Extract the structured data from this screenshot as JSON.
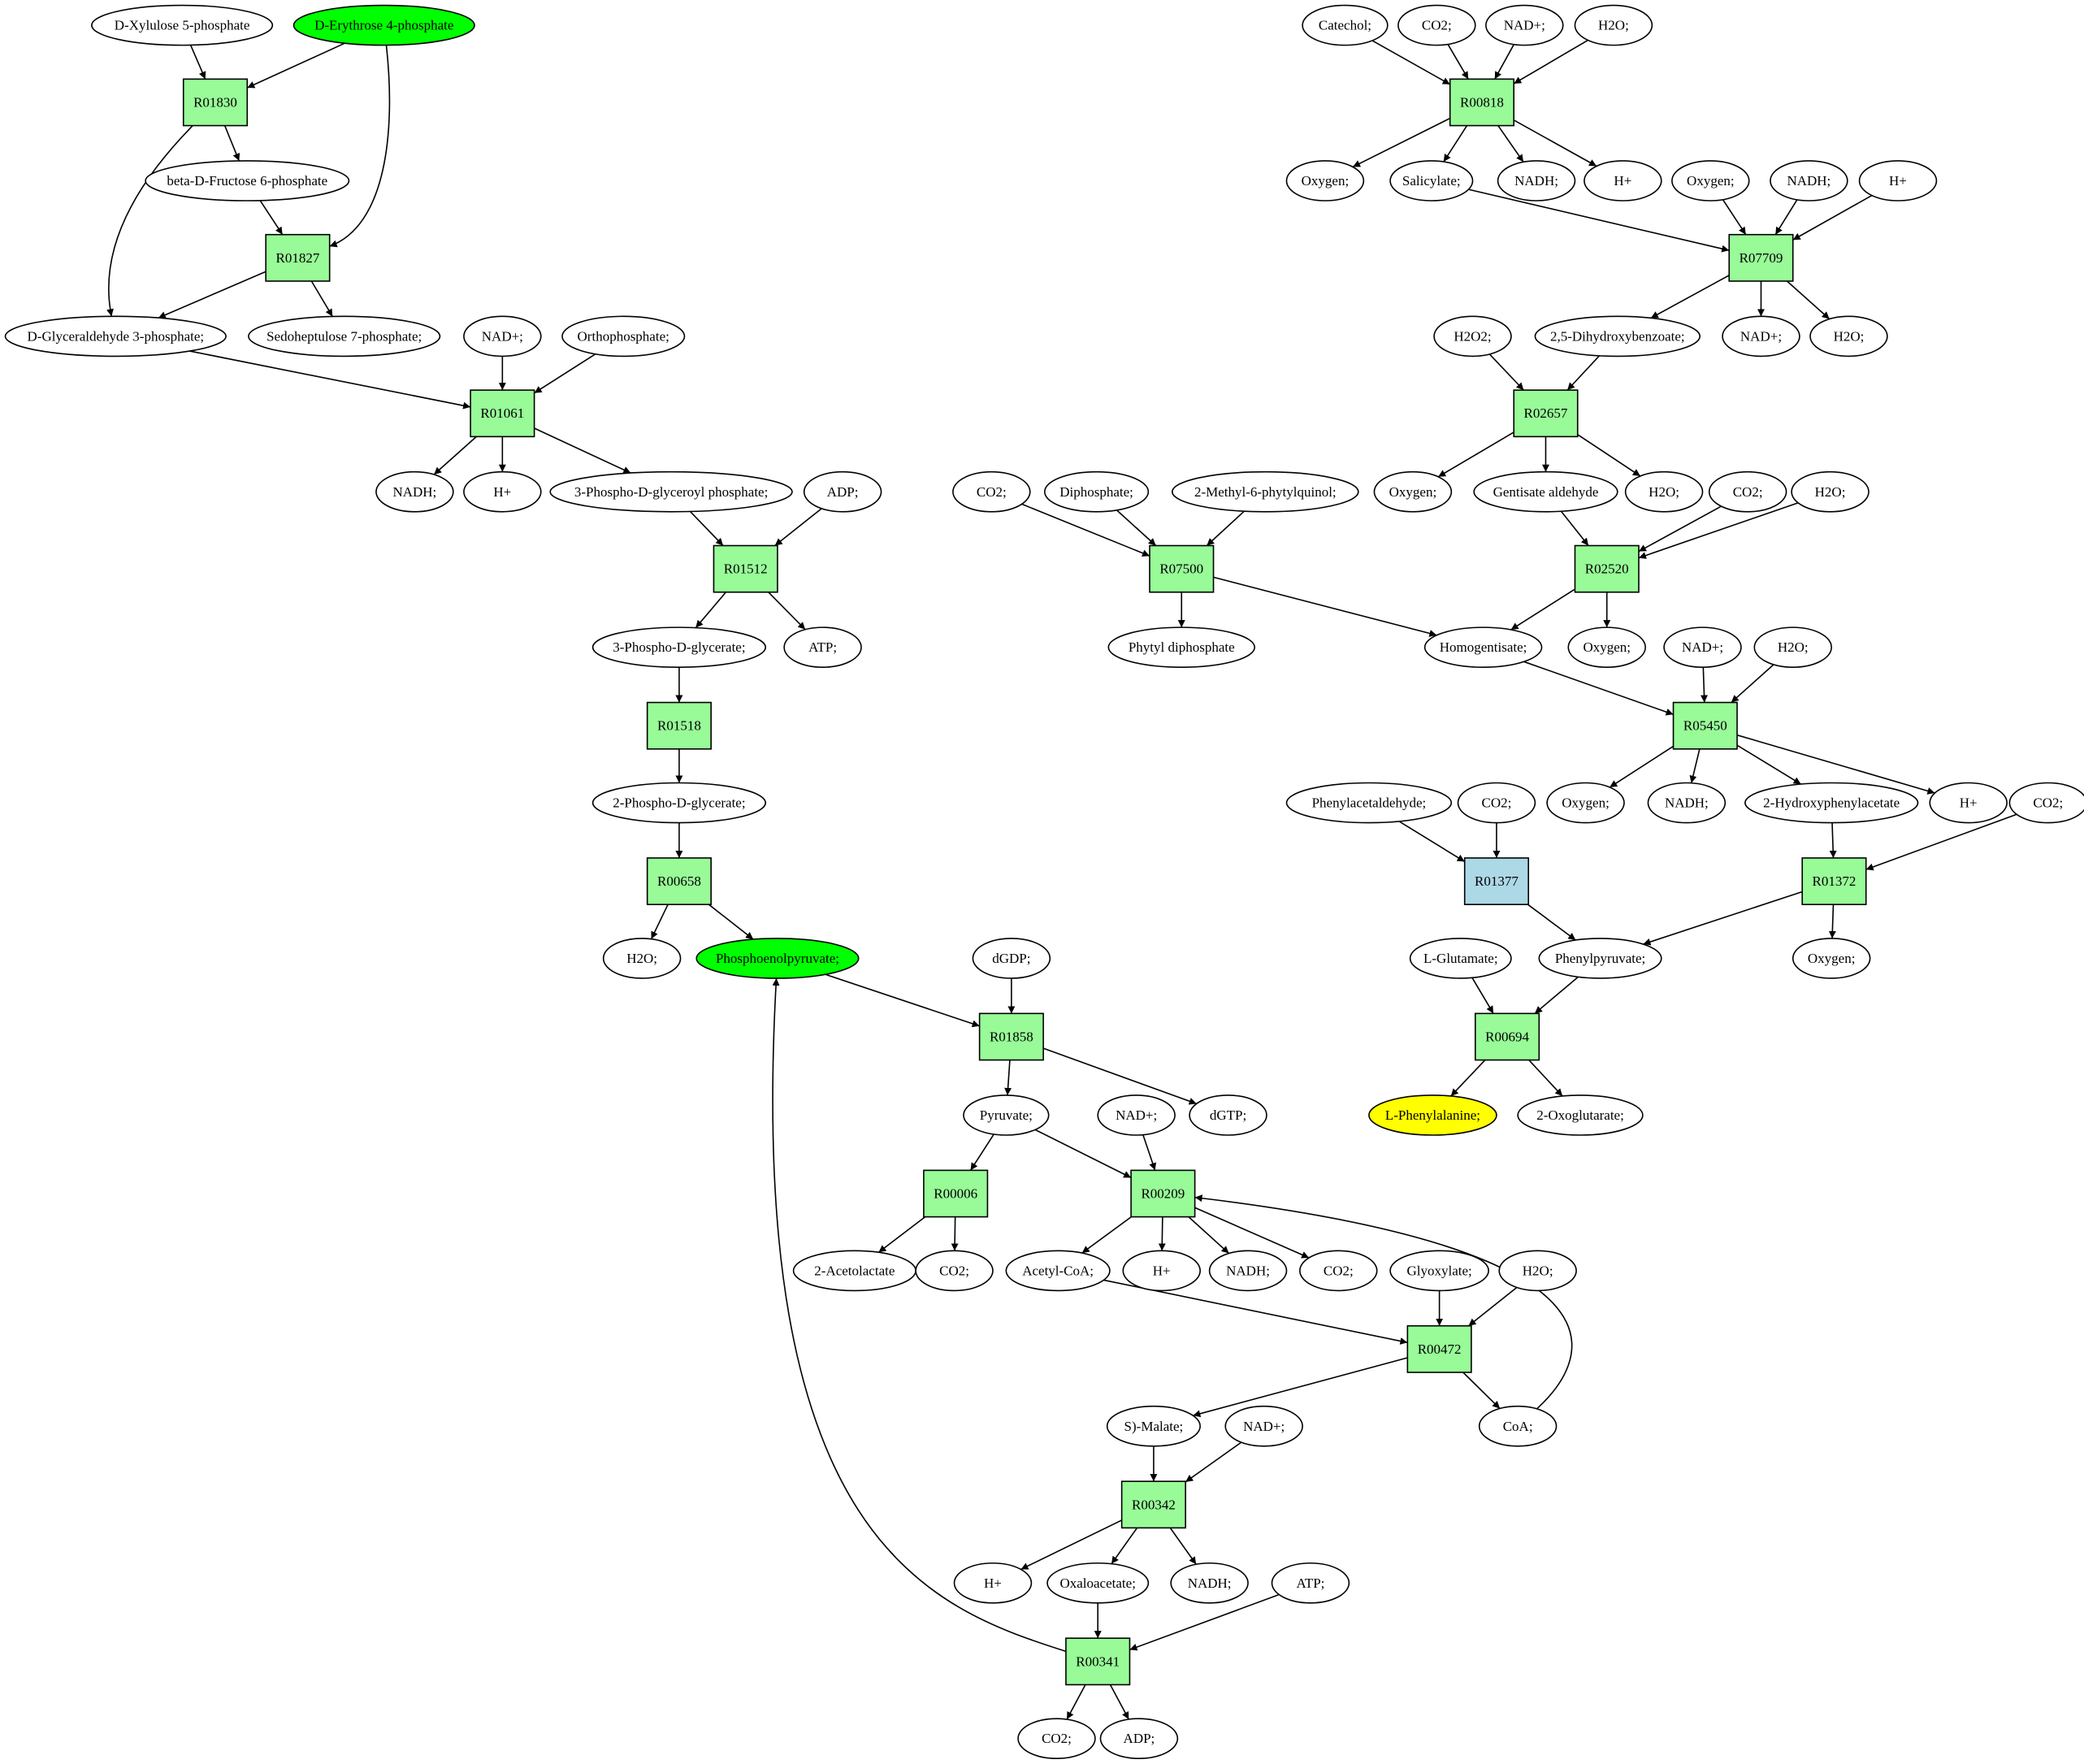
{
  "colors": {
    "reaction": "#98fb98",
    "reaction_alt": "#add8e6",
    "start": "#00ff00",
    "target": "#ffff00",
    "compound": "#ffffff",
    "line": "#000000"
  },
  "reactions": [
    {
      "id": "r01830",
      "label": "R01830"
    },
    {
      "id": "r01827",
      "label": "R01827"
    },
    {
      "id": "r01061",
      "label": "R01061"
    },
    {
      "id": "r01512",
      "label": "R01512"
    },
    {
      "id": "r01518",
      "label": "R01518"
    },
    {
      "id": "r00658",
      "label": "R00658"
    },
    {
      "id": "r01858",
      "label": "R01858"
    },
    {
      "id": "r00006",
      "label": "R00006"
    },
    {
      "id": "r00209",
      "label": "R00209"
    },
    {
      "id": "r00472",
      "label": "R00472"
    },
    {
      "id": "r00342",
      "label": "R00342"
    },
    {
      "id": "r00341",
      "label": "R00341"
    },
    {
      "id": "r00818",
      "label": "R00818"
    },
    {
      "id": "r07709",
      "label": "R07709"
    },
    {
      "id": "r02657",
      "label": "R02657"
    },
    {
      "id": "r07500",
      "label": "R07500"
    },
    {
      "id": "r02520",
      "label": "R02520"
    },
    {
      "id": "r05450",
      "label": "R05450"
    },
    {
      "id": "r01377",
      "label": "R01377",
      "alt": true
    },
    {
      "id": "r01372",
      "label": "R01372"
    },
    {
      "id": "r00694",
      "label": "R00694"
    }
  ],
  "compounds": [
    {
      "id": "xylulose5p",
      "label": "D-Xylulose 5-phosphate"
    },
    {
      "id": "erythrose4p",
      "label": "D-Erythrose 4-phosphate",
      "highlight": "start"
    },
    {
      "id": "fructose6p",
      "label": "beta-D-Fructose 6-phosphate"
    },
    {
      "id": "g3p",
      "label": "D-Glyceraldehyde 3-phosphate;"
    },
    {
      "id": "sedo7p",
      "label": "Sedoheptulose 7-phosphate;"
    },
    {
      "id": "nad_1",
      "label": "NAD+;"
    },
    {
      "id": "orthophosphate",
      "label": "Orthophosphate;"
    },
    {
      "id": "nadh_1",
      "label": "NADH;"
    },
    {
      "id": "h_1",
      "label": "H+"
    },
    {
      "id": "pdg_p",
      "label": "3-Phospho-D-glyceroyl phosphate;"
    },
    {
      "id": "adp_1",
      "label": "ADP;"
    },
    {
      "id": "p3g",
      "label": "3-Phospho-D-glycerate;"
    },
    {
      "id": "atp_1",
      "label": "ATP;"
    },
    {
      "id": "p2g",
      "label": "2-Phospho-D-glycerate;"
    },
    {
      "id": "h2o_1",
      "label": "H2O;"
    },
    {
      "id": "pep",
      "label": "Phosphoenolpyruvate;",
      "highlight": "start"
    },
    {
      "id": "dgdp",
      "label": "dGDP;"
    },
    {
      "id": "dgtp",
      "label": "dGTP;"
    },
    {
      "id": "pyruvate",
      "label": "Pyruvate;"
    },
    {
      "id": "nad_2",
      "label": "NAD+;"
    },
    {
      "id": "acetolactate",
      "label": "2-Acetolactate"
    },
    {
      "id": "co2_1",
      "label": "CO2;"
    },
    {
      "id": "acetylcoa",
      "label": "Acetyl-CoA;"
    },
    {
      "id": "h_2",
      "label": "H+"
    },
    {
      "id": "nadh_2",
      "label": "NADH;"
    },
    {
      "id": "co2_2",
      "label": "CO2;"
    },
    {
      "id": "glyoxylate",
      "label": "Glyoxylate;"
    },
    {
      "id": "h2o_2",
      "label": "H2O;"
    },
    {
      "id": "malate",
      "label": "S)-Malate;"
    },
    {
      "id": "coa",
      "label": "CoA;"
    },
    {
      "id": "nad_3",
      "label": "NAD+;"
    },
    {
      "id": "h_3",
      "label": "H+"
    },
    {
      "id": "oxaloacetate",
      "label": "Oxaloacetate;"
    },
    {
      "id": "nadh_3",
      "label": "NADH;"
    },
    {
      "id": "atp_2",
      "label": "ATP;"
    },
    {
      "id": "co2_3",
      "label": "CO2;"
    },
    {
      "id": "adp_2",
      "label": "ADP;"
    },
    {
      "id": "catechol",
      "label": "Catechol;"
    },
    {
      "id": "co2_4",
      "label": "CO2;"
    },
    {
      "id": "nad_4",
      "label": "NAD+;"
    },
    {
      "id": "h2o_3",
      "label": "H2O;"
    },
    {
      "id": "oxygen_1",
      "label": "Oxygen;"
    },
    {
      "id": "salicylate",
      "label": "Salicylate;"
    },
    {
      "id": "nadh_4",
      "label": "NADH;"
    },
    {
      "id": "h_4",
      "label": "H+"
    },
    {
      "id": "oxygen_2",
      "label": "Oxygen;"
    },
    {
      "id": "nadh_5",
      "label": "NADH;"
    },
    {
      "id": "h_5",
      "label": "H+"
    },
    {
      "id": "h2o2",
      "label": "H2O2;"
    },
    {
      "id": "dhb",
      "label": "2,5-Dihydroxybenzoate;"
    },
    {
      "id": "nad_5",
      "label": "NAD+;"
    },
    {
      "id": "h2o_4",
      "label": "H2O;"
    },
    {
      "id": "oxygen_3",
      "label": "Oxygen;"
    },
    {
      "id": "gentisate_ald",
      "label": "Gentisate aldehyde"
    },
    {
      "id": "h2o_5",
      "label": "H2O;"
    },
    {
      "id": "co2_5",
      "label": "CO2;"
    },
    {
      "id": "diphosphate",
      "label": "Diphosphate;"
    },
    {
      "id": "mpq",
      "label": "2-Methyl-6-phytylquinol;"
    },
    {
      "id": "co2_6",
      "label": "CO2;"
    },
    {
      "id": "h2o_6",
      "label": "H2O;"
    },
    {
      "id": "phytyl_dp",
      "label": "Phytyl diphosphate"
    },
    {
      "id": "homogentisate",
      "label": "Homogentisate;"
    },
    {
      "id": "oxygen_4",
      "label": "Oxygen;"
    },
    {
      "id": "nad_6",
      "label": "NAD+;"
    },
    {
      "id": "h2o_7",
      "label": "H2O;"
    },
    {
      "id": "oxygen_5",
      "label": "Oxygen;"
    },
    {
      "id": "nadh_6",
      "label": "NADH;"
    },
    {
      "id": "hpa",
      "label": "2-Hydroxyphenylacetate"
    },
    {
      "id": "h_6",
      "label": "H+"
    },
    {
      "id": "phenylacetaldehyde",
      "label": "Phenylacetaldehyde;"
    },
    {
      "id": "co2_7",
      "label": "CO2;"
    },
    {
      "id": "co2_8",
      "label": "CO2;"
    },
    {
      "id": "glutamate",
      "label": "L-Glutamate;"
    },
    {
      "id": "phenylpyruvate",
      "label": "Phenylpyruvate;"
    },
    {
      "id": "oxygen_6",
      "label": "Oxygen;"
    },
    {
      "id": "phenylalanine",
      "label": "L-Phenylalanine;",
      "highlight": "target"
    },
    {
      "id": "oxoglutarate",
      "label": "2-Oxoglutarate;"
    }
  ],
  "edges": [
    [
      "xylulose5p",
      "r01830"
    ],
    [
      "erythrose4p",
      "r01830"
    ],
    [
      "erythrose4p",
      "r01827"
    ],
    [
      "r01830",
      "fructose6p"
    ],
    [
      "r01830",
      "g3p"
    ],
    [
      "fructose6p",
      "r01827"
    ],
    [
      "r01827",
      "g3p"
    ],
    [
      "r01827",
      "sedo7p"
    ],
    [
      "g3p",
      "r01061"
    ],
    [
      "nad_1",
      "r01061"
    ],
    [
      "orthophosphate",
      "r01061"
    ],
    [
      "r01061",
      "nadh_1"
    ],
    [
      "r01061",
      "h_1"
    ],
    [
      "r01061",
      "pdg_p"
    ],
    [
      "pdg_p",
      "r01512"
    ],
    [
      "adp_1",
      "r01512"
    ],
    [
      "r01512",
      "p3g"
    ],
    [
      "r01512",
      "atp_1"
    ],
    [
      "p3g",
      "r01518"
    ],
    [
      "r01518",
      "p2g"
    ],
    [
      "p2g",
      "r00658"
    ],
    [
      "r00658",
      "h2o_1"
    ],
    [
      "r00658",
      "pep"
    ],
    [
      "pep",
      "r01858"
    ],
    [
      "dgdp",
      "r01858"
    ],
    [
      "r01858",
      "pyruvate"
    ],
    [
      "r01858",
      "dgtp"
    ],
    [
      "pyruvate",
      "r00006"
    ],
    [
      "pyruvate",
      "r00209"
    ],
    [
      "nad_2",
      "r00209"
    ],
    [
      "r00006",
      "acetolactate"
    ],
    [
      "r00006",
      "co2_1"
    ],
    [
      "r00209",
      "acetylcoa"
    ],
    [
      "r00209",
      "h_2"
    ],
    [
      "r00209",
      "nadh_2"
    ],
    [
      "r00209",
      "co2_2"
    ],
    [
      "acetylcoa",
      "r00472"
    ],
    [
      "glyoxylate",
      "r00472"
    ],
    [
      "h2o_2",
      "r00472"
    ],
    [
      "r00472",
      "malate"
    ],
    [
      "r00472",
      "coa"
    ],
    [
      "coa",
      "r00209"
    ],
    [
      "malate",
      "r00342"
    ],
    [
      "nad_3",
      "r00342"
    ],
    [
      "r00342",
      "h_3"
    ],
    [
      "r00342",
      "oxaloacetate"
    ],
    [
      "r00342",
      "nadh_3"
    ],
    [
      "oxaloacetate",
      "r00341"
    ],
    [
      "atp_2",
      "r00341"
    ],
    [
      "r00341",
      "co2_3"
    ],
    [
      "r00341",
      "adp_2"
    ],
    [
      "r00341",
      "pep"
    ],
    [
      "catechol",
      "r00818"
    ],
    [
      "co2_4",
      "r00818"
    ],
    [
      "nad_4",
      "r00818"
    ],
    [
      "h2o_3",
      "r00818"
    ],
    [
      "r00818",
      "oxygen_1"
    ],
    [
      "r00818",
      "salicylate"
    ],
    [
      "r00818",
      "nadh_4"
    ],
    [
      "r00818",
      "h_4"
    ],
    [
      "salicylate",
      "r07709"
    ],
    [
      "oxygen_2",
      "r07709"
    ],
    [
      "nadh_5",
      "r07709"
    ],
    [
      "h_5",
      "r07709"
    ],
    [
      "r07709",
      "dhb"
    ],
    [
      "r07709",
      "nad_5"
    ],
    [
      "r07709",
      "h2o_4"
    ],
    [
      "h2o2",
      "r02657"
    ],
    [
      "dhb",
      "r02657"
    ],
    [
      "r02657",
      "oxygen_3"
    ],
    [
      "r02657",
      "gentisate_ald"
    ],
    [
      "r02657",
      "h2o_5"
    ],
    [
      "gentisate_ald",
      "r02520"
    ],
    [
      "co2_5",
      "r02520"
    ],
    [
      "h2o_6",
      "r02520"
    ],
    [
      "co2_6",
      "r07500"
    ],
    [
      "diphosphate",
      "r07500"
    ],
    [
      "mpq",
      "r07500"
    ],
    [
      "r07500",
      "phytyl_dp"
    ],
    [
      "r07500",
      "homogentisate"
    ],
    [
      "r02520",
      "homogentisate"
    ],
    [
      "r02520",
      "oxygen_4"
    ],
    [
      "homogentisate",
      "r05450"
    ],
    [
      "nad_6",
      "r05450"
    ],
    [
      "h2o_7",
      "r05450"
    ],
    [
      "r05450",
      "oxygen_5"
    ],
    [
      "r05450",
      "nadh_6"
    ],
    [
      "r05450",
      "hpa"
    ],
    [
      "r05450",
      "h_6"
    ],
    [
      "phenylacetaldehyde",
      "r01377"
    ],
    [
      "co2_7",
      "r01377"
    ],
    [
      "r01377",
      "phenylpyruvate"
    ],
    [
      "hpa",
      "r01372"
    ],
    [
      "co2_8",
      "r01372"
    ],
    [
      "r01372",
      "phenylpyruvate"
    ],
    [
      "r01372",
      "oxygen_6"
    ],
    [
      "glutamate",
      "r00694"
    ],
    [
      "phenylpyruvate",
      "r00694"
    ],
    [
      "r00694",
      "phenylalanine"
    ],
    [
      "r00694",
      "oxoglutarate"
    ]
  ]
}
